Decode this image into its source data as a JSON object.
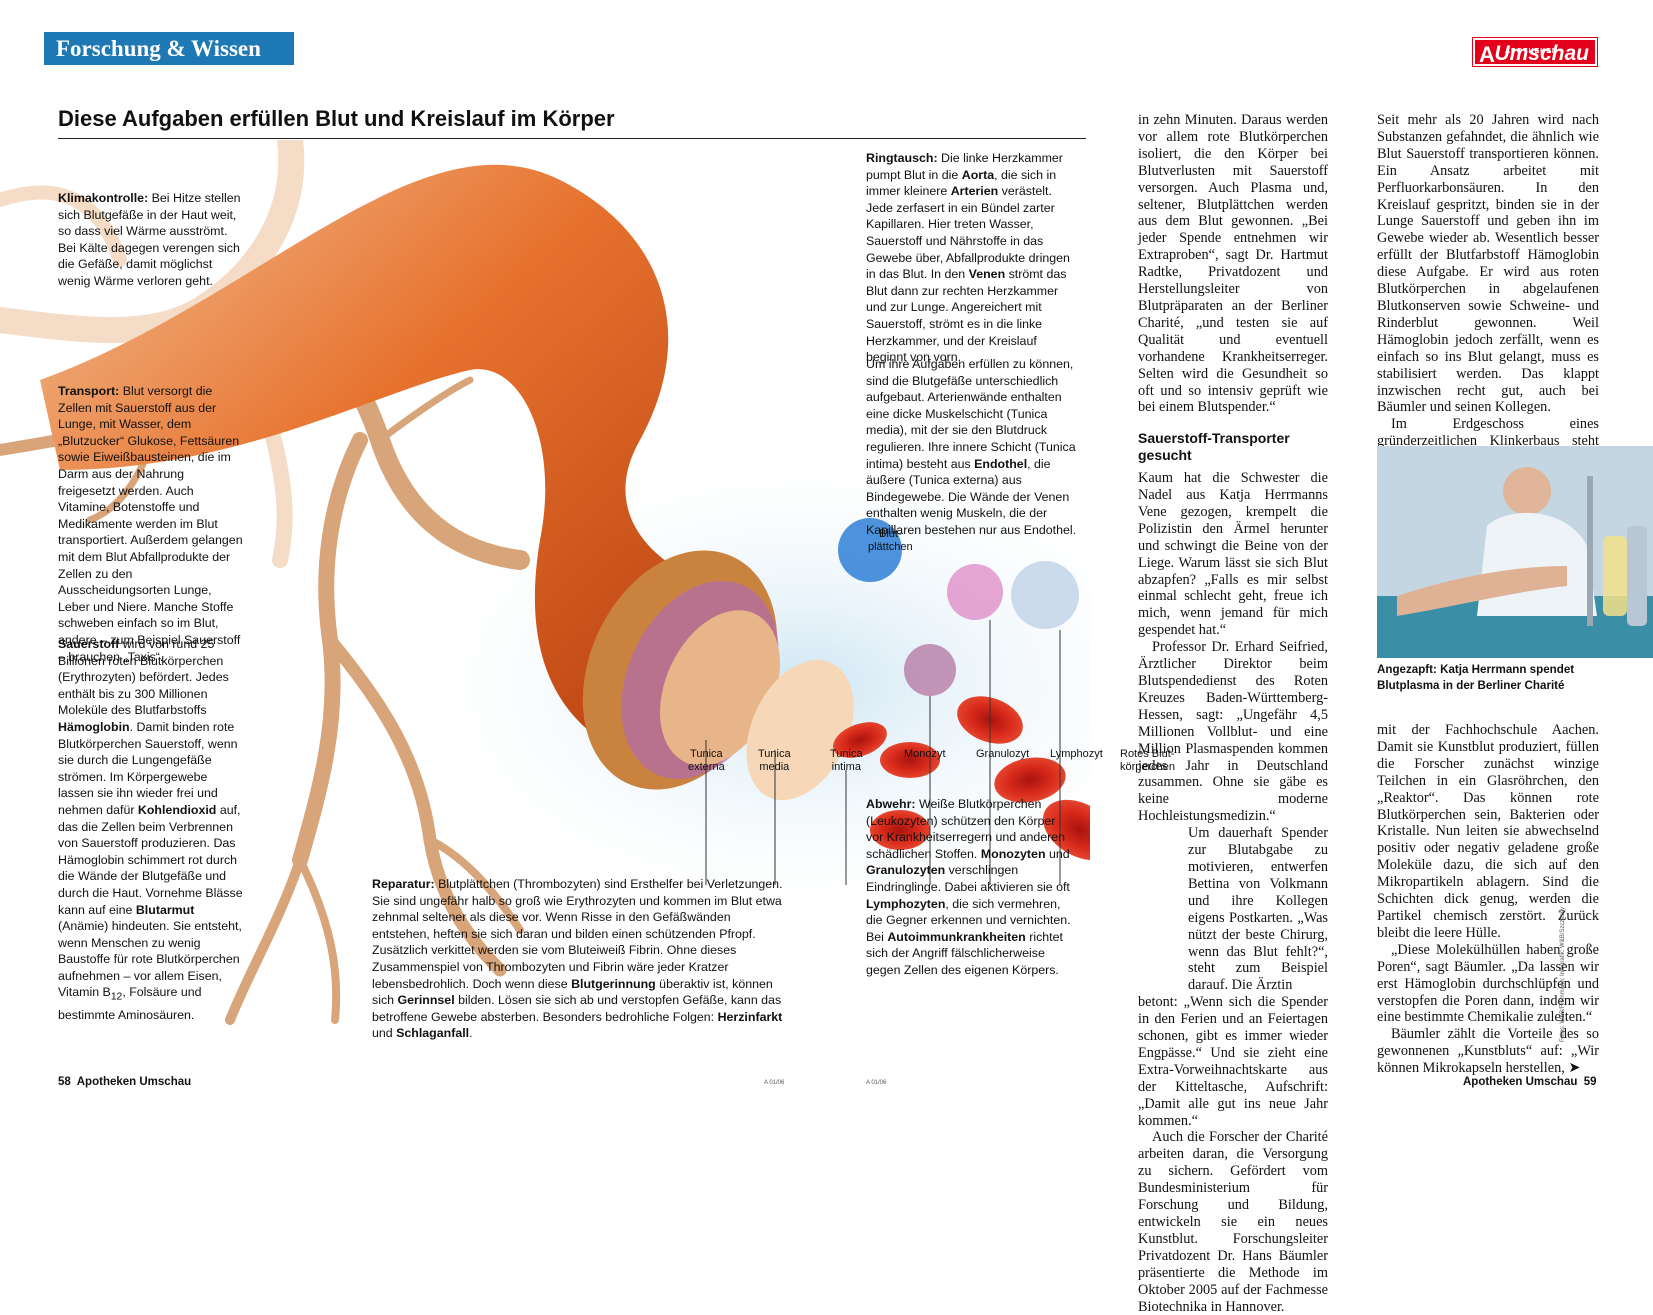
{
  "rubric": "Forschung & Wissen",
  "logo": {
    "brand": "Umschau",
    "small": "APOTHEKEN"
  },
  "headline": "Diese Aufgaben erfüllen Blut und Kreislauf im Körper",
  "captions": {
    "klima": {
      "lead": "Klimakontrolle:",
      "text": " Bei Hitze stellen sich Blutgefäße in der Haut weit, so dass viel Wärme ausströmt. Bei Kälte dagegen verengen sich die Gefäße, damit möglichst wenig Wärme verloren geht."
    },
    "transport": {
      "lead": "Transport:",
      "text": " Blut versorgt die Zellen mit Sauerstoff aus der Lunge, mit Wasser, dem „Blutzucker“ Glukose, Fettsäuren sowie Eiweißbausteinen, die im Darm aus der Nahrung freigesetzt werden. Auch Vitamine, Botenstoffe und Medikamente werden im Blut transportiert. Außerdem gelangen mit dem Blut Abfallprodukte der Zellen zu den Ausscheidungsorten Lunge, Leber und Niere. Manche Stoffe schweben einfach so im Blut, andere – zum Beispiel Sauerstoff – brauchen „Taxis“."
    },
    "sauerstoff": {
      "lead": "Sauerstoff",
      "t1": " wird von rund 25 Billionen roten Blutkörperchen (Erythrozyten) befördert. Jedes enthält bis zu 300 Millionen Moleküle des Blutfarbstoffs ",
      "b1": "Hämoglobin",
      "t2": ". Damit binden rote Blutkörperchen Sauerstoff, wenn sie durch die Lungengefäße strömen. Im Körpergewebe lassen sie ihn wieder frei und nehmen dafür ",
      "b2": "Kohlendioxid",
      "t3": " auf, das die Zellen beim Verbrennen von Sauerstoff produzieren. Das Hämoglobin schimmert rot durch die Wände der Blutgefäße und durch die Haut. Vornehme Blässe kann auf eine ",
      "b3": "Blutarmut",
      "t4": " (Anämie) hindeuten. Sie entsteht, wenn Menschen zu wenig Baustoffe für rote Blutkörperchen aufnehmen – vor allem Eisen, Vitamin B",
      "sub": "12",
      "t5": ", Folsäure und bestimmte Aminosäuren."
    },
    "ringtausch": {
      "lead": "Ringtausch:",
      "t1": " Die linke Herzkammer pumpt Blut in die ",
      "b1": "Aorta",
      "t2": ", die sich in immer kleinere ",
      "b2": "Arterien",
      "t3": " verästelt. Jede zerfasert in ein Bündel zarter Kapillaren. Hier treten Wasser, Sauerstoff und Nährstoffe in das Gewebe über, Abfallprodukte dringen in das Blut. In den ",
      "b3": "Venen",
      "t4": " strömt das Blut dann zur rechten Herzkammer und zur Lunge. Angereichert mit Sauerstoff, strömt es in die linke Herzkammer, und der Kreislauf beginnt von vorn."
    },
    "gefaesse": {
      "t1": "Um ihre Aufgaben erfüllen zu können, sind die Blutgefäße unterschiedlich aufgebaut. Arterienwände enthalten eine dicke Muskelschicht (Tunica media), mit der sie den Blutdruck regulieren. Ihre innere Schicht (Tunica intima) besteht aus ",
      "b1": "Endothel",
      "t2": ", die äußere (Tunica externa) aus Bindegewebe. Die Wände der Venen enthalten wenig Muskeln, die der Kapillaren bestehen nur aus Endothel."
    },
    "abwehr": {
      "lead": "Abwehr:",
      "t1": " Weiße Blutkörperchen (Leukozyten) schützen den Körper vor Krankheitserregern und anderen schädlichen Stoffen. ",
      "b1": "Monozyten",
      "t2": " und ",
      "b2": "Granulozyten",
      "t3": " verschlingen Eindringlinge. Dabei aktivieren sie oft ",
      "b3": "Lymphozyten",
      "t4": ", die sich vermehren, die Gegner erkennen und vernichten. Bei ",
      "b4": "Autoimmunkrankheiten",
      "t5": " richtet sich der Angriff fälschlicherweise gegen Zellen des eigenen Körpers."
    },
    "reparatur": {
      "lead": "Reparatur:",
      "t1": " Blutplättchen (Thrombozyten) sind Ersthelfer bei Verletzungen. Sie sind ungefähr halb so groß wie Erythrozyten und kommen im Blut etwa zehnmal seltener als diese vor. Wenn Risse in den Gefäßwänden entstehen, heften sie sich daran und bilden einen schützenden Pfropf. Zusätzlich verkittet werden sie vom Bluteiweiß Fibrin. Ohne dieses Zusammenspiel von Thrombozyten und Fibrin wäre jeder Kratzer lebensbedrohlich. Doch wenn diese ",
      "b1": "Blutgerinnung",
      "t2": " überaktiv ist, können sich ",
      "b2": "Gerinnsel",
      "t3": " bilden. Lösen sie sich ab und verstopfen Gefäße, kann das betroffene Gewebe absterben. Besonders bedrohliche Folgen: ",
      "b3": "Herzinfarkt",
      "t4": " und ",
      "b4": "Schlaganfall",
      "t5": "."
    }
  },
  "labels": {
    "blutplaettchen": "Blut-\nplättchen",
    "externa": "Tunica\nexterna",
    "media": "Tunica\nmedia",
    "intima": "Tunica\nintima",
    "monozyt": "Monozyt",
    "granulozyt": "Granulozyt",
    "lymphozyt": "Lymphozyt",
    "rote": "Rotes Blut-\nkörperchen"
  },
  "article": {
    "col1_p1": "in zehn Minuten. Daraus werden vor allem rote Blutkörperchen isoliert, die den Körper bei Blutverlusten mit Sauerstoff versorgen. Auch Plasma und, seltener, Blutplättchen werden aus dem Blut gewonnen. „Bei jeder Spende entnehmen wir Extraproben“, sagt Dr. Hartmut Radtke, Privatdozent und Herstellungsleiter von Blutpräparaten an der Berliner Charité, „und testen sie auf Qualität und eventuell vorhandene Krankheitserreger. Selten wird die Gesundheit so oft und so intensiv geprüft wie bei einem Blutspender.“",
    "subhead": "Sauerstoff-Transporter gesucht",
    "col1_p2": "Kaum hat die Schwester die Nadel aus Katja Herrmanns Vene gezogen, krempelt die Polizistin den Ärmel herunter und schwingt die Beine von der Liege. Warum lässt sie sich Blut abzapfen? „Falls es mir selbst einmal schlecht geht, freue ich mich, wenn jemand für mich gespendet hat.“",
    "col1_p3": "Professor Dr. Erhard Seifried, Ärztlicher Direktor beim Blutspendedienst des Roten Kreuzes Baden-Württemberg-Hessen, sagt: „Ungefähr 4,5 Millionen Vollblut- und eine Million Plasmaspenden kommen jedes Jahr in Deutschland zusammen. Ohne sie gäbe es keine moderne Hochleistungsmedizin.“",
    "col1_p4": "Um dauerhaft Spender zur Blutabgabe zu motivieren, entwerfen Bettina von Volkmann und ihre Kollegen eigens Postkarten. „Was nützt der beste Chirurg, wenn das Blut fehlt?“, steht zum Beispiel darauf. Die Ärztin",
    "col1_p5": "betont: „Wenn sich die Spender in den Ferien und an Feiertagen schonen, gibt es immer wieder Engpässe.“ Und sie zieht eine Extra-Vorweihnachtskarte aus der Kitteltasche, Aufschrift: „Damit alle gut ins neue Jahr kommen.“",
    "col1_p6": "Auch die Forscher der Charité arbeiten daran, die Versorgung zu sichern. Gefördert vom Bundesministerium für Forschung und Bildung, entwickeln sie ein neues Kunstblut. Forschungsleiter Privatdozent Dr. Hans Bäumler präsentierte die Methode im Oktober 2005 auf der Fachmesse Biotechnika in Hannover.",
    "col2_p1": "Seit mehr als 20 Jahren wird nach Substanzen gefahndet, die ähnlich wie Blut Sauerstoff transportieren können. Ein Ansatz arbeitet mit Perfluorkarbonsäuren. In den Kreislauf gespritzt, binden sie in der Lunge Sauerstoff und geben ihn im Gewebe wieder ab. Wesentlich besser erfüllt der Blutfarbstoff Hämoglobin diese Aufgabe. Er wird aus roten Blutkörperchen in abgelaufenen Blutkonserven sowie Schweine- und Rinderblut gewonnen. Weil Hämoglobin jedoch zerfällt, wenn es einfach so ins Blut gelangt, muss es stabilisiert werden. Das klappt inzwischen recht gut, auch bei Bäumler und seinen Kollegen.",
    "col2_p2": "Im Erdgeschoss eines gründerzeitlichen Klinkerbaus steht „die Maschine“. Entwickelt wurde sie gemeinsam",
    "photo_caption": "Angezapft: Katja Herrmann spendet Blutplasma in der Berliner Charité",
    "col2_p3": "mit der Fachhochschule Aachen. Damit sie Kunstblut produziert, füllen die Forscher zunächst winzige Teilchen in ein Glasröhrchen, den „Reaktor“. Das können rote Blutkörperchen sein, Bakterien oder Kristalle. Nun leiten sie abwechselnd positiv oder negativ geladene große Moleküle dazu, die sich auf den Mikropartikeln ablagern. Sind die Schichten dick genug, werden die Partikel chemisch zerstört. Zurück bleibt die leere Hülle.",
    "col2_p4": "„Diese Molekülhüllen haben große Poren“, sagt Bäumler. „Da lassen wir erst Hämoglobin durchschlüpfen und verstopfen die Poren dann, indem wir eine bestimmte Chemikalie zuleiten.“",
    "col2_p5": "Bäumler zählt die Vorteile des so gewonnenen „Kunstbluts“ auf: „Wir können Mikrokapseln herstellen,",
    "arrow": "➤"
  },
  "credit": "Fotos: W&B/Frommann; Infografik: W&B/Szczesny",
  "footer": {
    "left": "58  Apotheken Umschau",
    "code_l": "A 01/06",
    "code_r": "A 01/06",
    "right": "Apotheken Umschau  59"
  },
  "colors": {
    "rubric": "#1e78b4",
    "logo": "#e2001a",
    "vessel": "#d9541a",
    "rbc": "#d4231a"
  }
}
